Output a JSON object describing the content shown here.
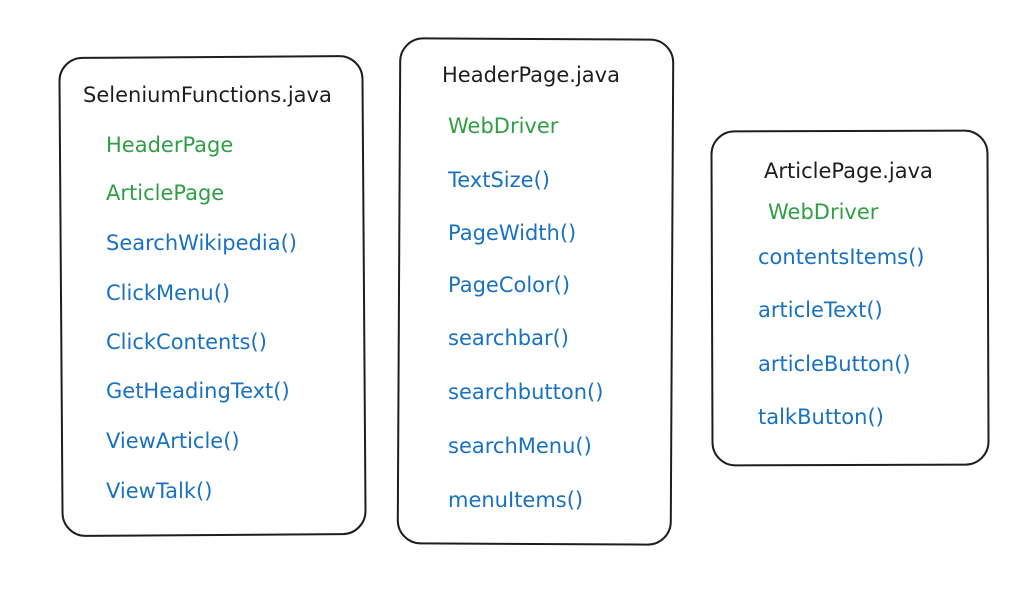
{
  "boxes": [
    {
      "title": "SeleniumFunctions.java",
      "fields": [
        "HeaderPage",
        "ArticlePage"
      ],
      "methods": [
        "SearchWikipedia()",
        "ClickMenu()",
        "ClickContents()",
        "GetHeadingText()",
        "ViewArticle()",
        "ViewTalk()"
      ]
    },
    {
      "title": "HeaderPage.java",
      "fields": [
        "WebDriver"
      ],
      "methods": [
        "TextSize()",
        "PageWidth()",
        "PageColor()",
        "searchbar()",
        "searchbutton()",
        "searchMenu()",
        "menuItems()"
      ]
    },
    {
      "title": "ArticlePage.java",
      "fields": [
        "WebDriver"
      ],
      "methods": [
        "contentsItems()",
        "articleText()",
        "articleButton()",
        "talkButton()"
      ]
    }
  ],
  "colors": {
    "stroke": "#1e1e1e",
    "field": "#2f9e44",
    "method": "#1971c2"
  }
}
